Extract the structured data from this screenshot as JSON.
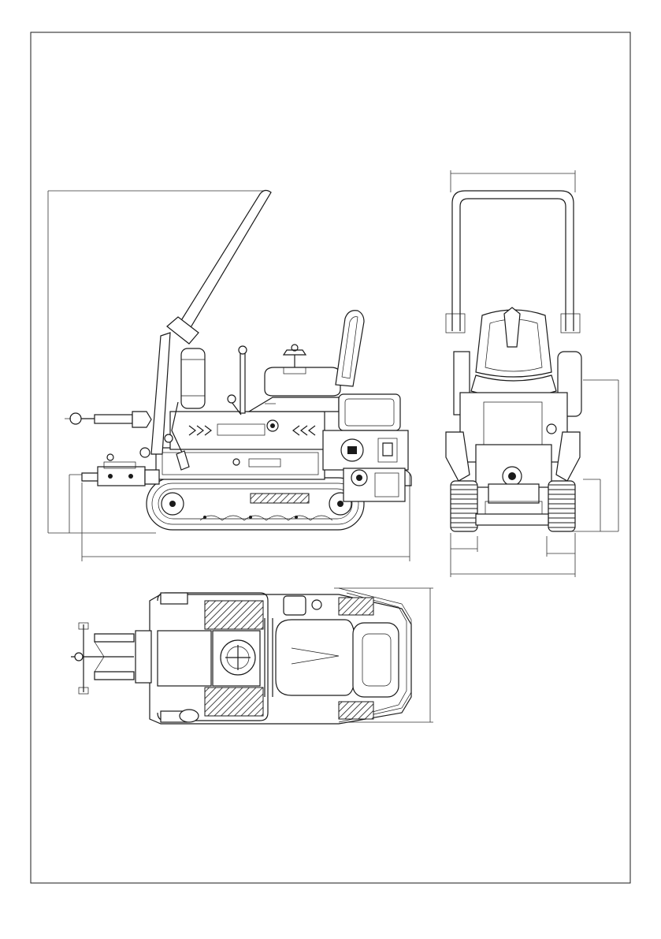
{
  "drawing": {
    "views": [
      "side-view",
      "rear-view",
      "top-view"
    ],
    "frame_color": "#1a1a1a",
    "background": "#ffffff"
  }
}
